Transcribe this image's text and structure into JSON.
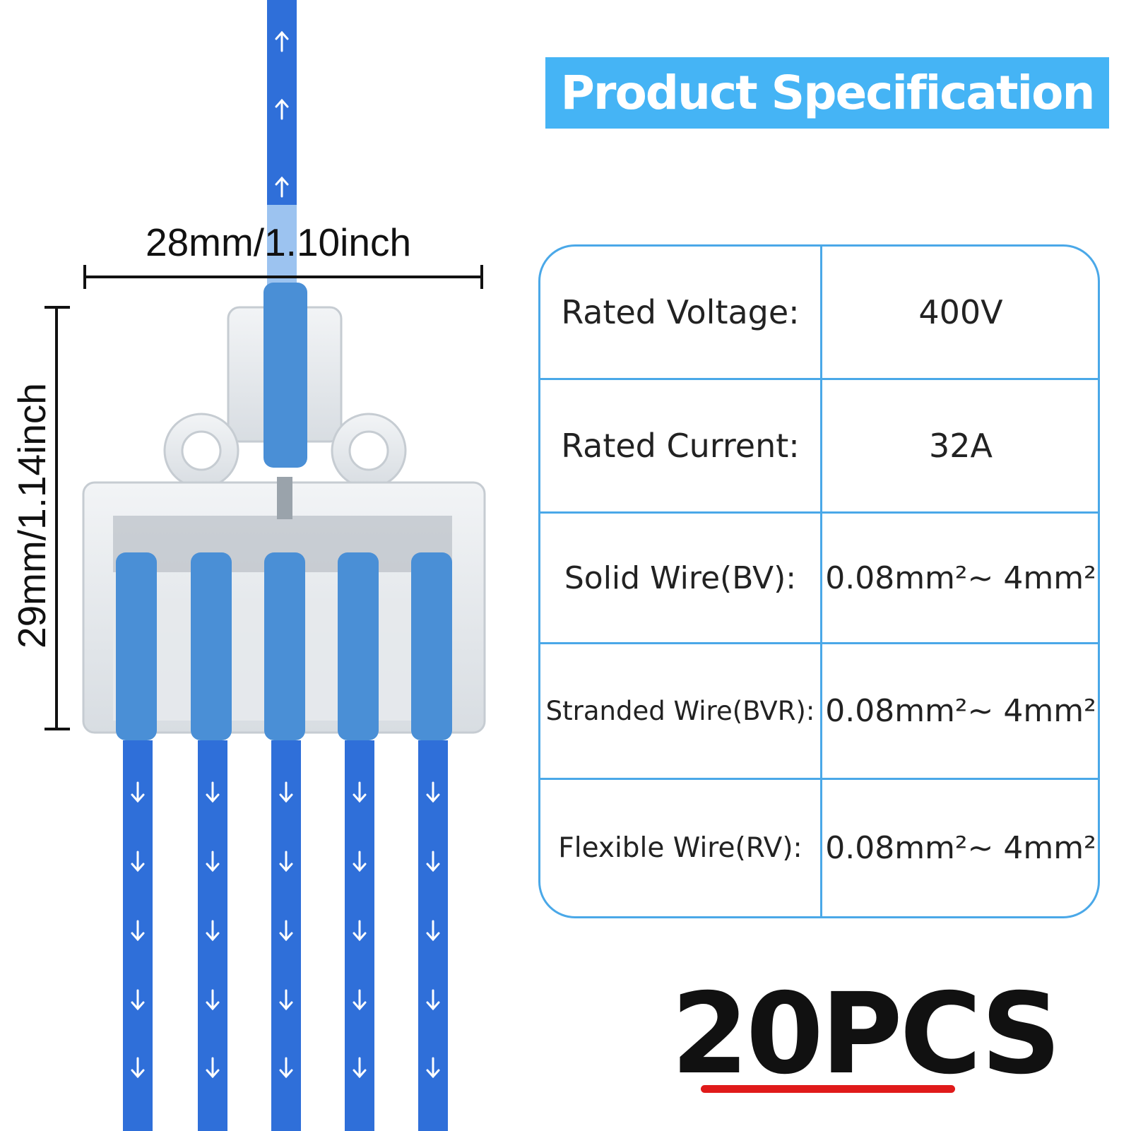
{
  "banner": {
    "title": "Product Specification"
  },
  "dimensions": {
    "width_label": "28mm/1.10inch",
    "height_label": "29mm/1.14inch"
  },
  "spec_table": {
    "rows": [
      {
        "label": "Rated Voltage:",
        "value": "400V"
      },
      {
        "label": "Rated Current:",
        "value": "32A"
      },
      {
        "label": "Solid Wire(BV):",
        "value": "0.08mm²~ 4mm²"
      },
      {
        "label": "Stranded Wire(BVR):",
        "value": "0.08mm²~ 4mm²"
      },
      {
        "label": "Flexible Wire(RV):",
        "value": "0.08mm²~ 4mm²"
      }
    ]
  },
  "quantity": {
    "label": "20PCS"
  },
  "colors": {
    "accent": "#45b4f5",
    "table_border": "#4aa8e8",
    "wire_blue": "#2f6fd9",
    "lever_blue": "#4a8fd6",
    "underline_red": "#e01a1a"
  },
  "icons": {
    "wire_arrow_up": "arrow-up-icon",
    "wire_arrow_down": "arrow-down-icon"
  }
}
